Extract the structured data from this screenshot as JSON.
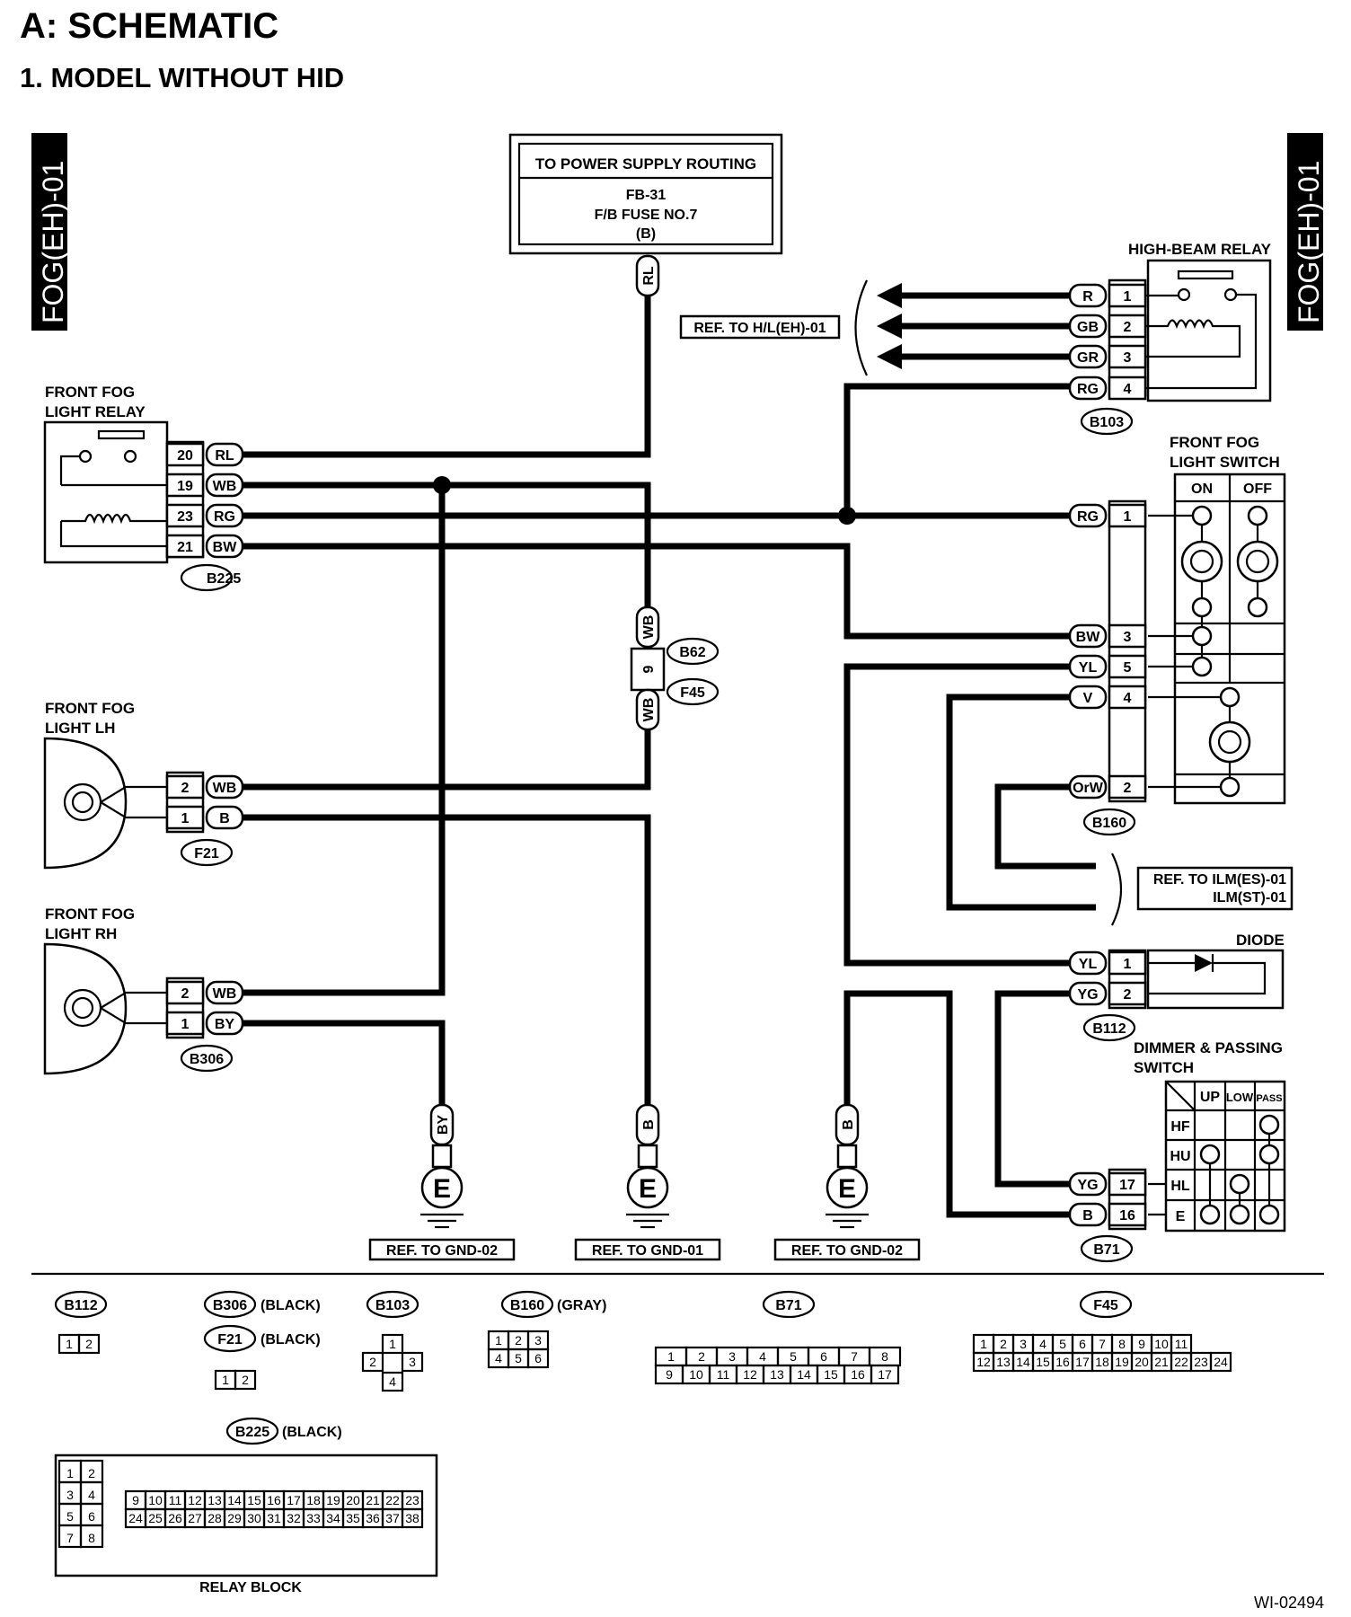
{
  "section_title": "A:  SCHEMATIC",
  "subtitle": "1.  MODEL WITHOUT HID",
  "side_tag_left": "FOG(EH)-01",
  "side_tag_right": "FOG(EH)-01",
  "power_box": {
    "title": "TO POWER SUPPLY ROUTING",
    "line1": "FB-31",
    "line2": "F/B FUSE NO.7",
    "line3": "(B)"
  },
  "components": {
    "front_fog_relay": [
      "FRONT FOG",
      "LIGHT RELAY"
    ],
    "front_fog_lh": [
      "FRONT FOG",
      "LIGHT LH"
    ],
    "front_fog_rh": [
      "FRONT FOG",
      "LIGHT RH"
    ],
    "high_beam_relay": "HIGH-BEAM RELAY",
    "front_fog_switch": [
      "FRONT FOG",
      "LIGHT SWITCH"
    ],
    "switch_on": "ON",
    "switch_off": "OFF",
    "diode": "DIODE",
    "dimmer": [
      "DIMMER & PASSING",
      "SWITCH"
    ],
    "dimmer_cols": [
      "UP",
      "LOW",
      "PASS"
    ],
    "dimmer_rows": [
      "HF",
      "HU",
      "HL",
      "E"
    ]
  },
  "refs": {
    "hl": "REF. TO H/L(EH)-01",
    "ilm1": "REF. TO ILM(ES)-01",
    "ilm2": "ILM(ST)-01",
    "gnd_left": "REF. TO GND-02",
    "gnd_mid": "REF. TO GND-01",
    "gnd_right": "REF. TO GND-02"
  },
  "ground_symbol": "E",
  "connectors": {
    "b225": "B225",
    "b103": "B103",
    "b62": "B62",
    "f45": "F45",
    "b160": "B160",
    "f21": "F21",
    "b306": "B306",
    "b112": "B112",
    "b71": "B71"
  },
  "relay_pins": [
    {
      "pin": "20",
      "wire": "RL"
    },
    {
      "pin": "19",
      "wire": "WB"
    },
    {
      "pin": "23",
      "wire": "RG"
    },
    {
      "pin": "21",
      "wire": "BW"
    }
  ],
  "hb_pins": [
    {
      "pin": "1",
      "wire": "R"
    },
    {
      "pin": "2",
      "wire": "GB"
    },
    {
      "pin": "3",
      "wire": "GR"
    },
    {
      "pin": "4",
      "wire": "RG"
    }
  ],
  "sw_pins": [
    {
      "pin": "1",
      "wire": "RG"
    },
    {
      "pin": "3",
      "wire": "BW"
    },
    {
      "pin": "5",
      "wire": "YL"
    },
    {
      "pin": "4",
      "wire": "V"
    },
    {
      "pin": "2",
      "wire": "OrW"
    }
  ],
  "lh_pins": [
    {
      "pin": "2",
      "wire": "WB"
    },
    {
      "pin": "1",
      "wire": "B"
    }
  ],
  "rh_pins": [
    {
      "pin": "2",
      "wire": "WB"
    },
    {
      "pin": "1",
      "wire": "BY"
    }
  ],
  "diode_pins": [
    {
      "pin": "1",
      "wire": "YL"
    },
    {
      "pin": "2",
      "wire": "YG"
    }
  ],
  "dimmer_pins": [
    {
      "pin": "17",
      "wire": "YG"
    },
    {
      "pin": "16",
      "wire": "B"
    }
  ],
  "wire_tags": {
    "rl": "RL",
    "wb_top": "WB",
    "b62_pin": "9",
    "wb_bot": "WB",
    "by": "BY",
    "b_mid": "B",
    "b_right": "B"
  },
  "legend": {
    "b112": "B112",
    "b306": "B306",
    "b306_color": "(BLACK)",
    "f21": "F21",
    "f21_color": "(BLACK)",
    "b103": "B103",
    "b160": "B160",
    "b160_color": "(GRAY)",
    "b71": "B71",
    "f45": "F45",
    "b225": "B225",
    "b225_color": "(BLACK)",
    "relay_block": "RELAY BLOCK",
    "b112_pins": [
      "1",
      "2"
    ],
    "f21_pins": [
      "1",
      "2"
    ],
    "b103_pins": [
      "1",
      "2",
      "3",
      "4"
    ],
    "b160_pins": [
      "1",
      "2",
      "3",
      "4",
      "5",
      "6"
    ],
    "b71_top": [
      "1",
      "2",
      "3",
      "4",
      "5",
      "6",
      "7",
      "8"
    ],
    "b71_bot": [
      "9",
      "10",
      "11",
      "12",
      "13",
      "14",
      "15",
      "16",
      "17"
    ],
    "f45_top": [
      "1",
      "2",
      "3",
      "4",
      "5",
      "6",
      "7",
      "8",
      "9",
      "10",
      "11"
    ],
    "f45_bot": [
      "12",
      "13",
      "14",
      "15",
      "16",
      "17",
      "18",
      "19",
      "20",
      "21",
      "22",
      "23",
      "24"
    ],
    "rb_left": [
      "1",
      "2",
      "3",
      "4",
      "5",
      "6",
      "7",
      "8"
    ],
    "rb_cells": [
      "9",
      "10",
      "11",
      "12",
      "13",
      "14",
      "15",
      "16",
      "17",
      "18",
      "19",
      "20",
      "21",
      "22",
      "23",
      "24",
      "25",
      "26",
      "27",
      "28",
      "29",
      "30",
      "31",
      "32",
      "33",
      "34",
      "35",
      "36",
      "37",
      "38"
    ]
  },
  "figure_id": "WI-02494"
}
